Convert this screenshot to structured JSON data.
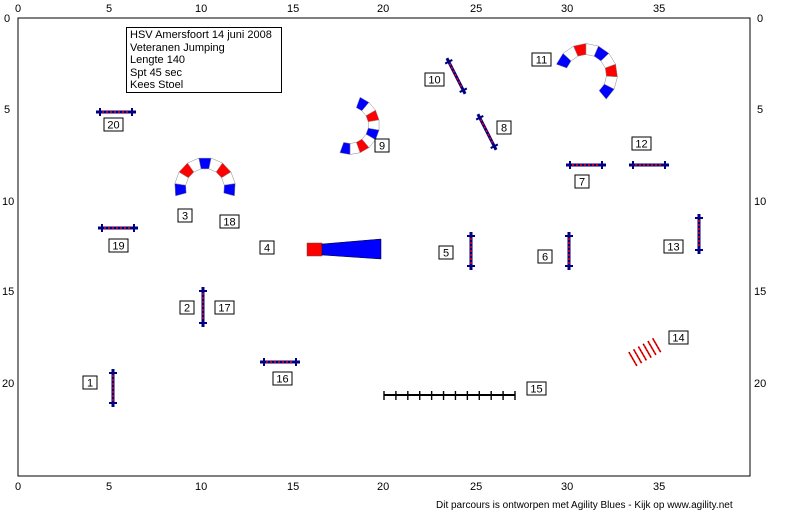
{
  "info": {
    "lines": [
      "HSV Amersfoort 14 juni 2008",
      "Veteranen Jumping",
      "Lengte 140",
      "Spt 45 sec",
      "Kees Stoel"
    ]
  },
  "footer": "Dit parcours is ontworpen met Agility Blues - Kijk op www.agility.net",
  "axes": {
    "x_ticks": [
      "0",
      "5",
      "10",
      "15",
      "20",
      "25",
      "30",
      "35"
    ],
    "y_ticks": [
      "0",
      "5",
      "10",
      "15",
      "20"
    ]
  },
  "obstacle_labels": [
    "1",
    "2",
    "17",
    "3",
    "18",
    "4",
    "5",
    "6",
    "7",
    "8",
    "9",
    "10",
    "11",
    "12",
    "13",
    "14",
    "15",
    "16",
    "19",
    "20"
  ],
  "colors": {
    "pole": "#000080",
    "red": "#ff0000",
    "blue": "#0000ff",
    "frame": "#000000"
  }
}
